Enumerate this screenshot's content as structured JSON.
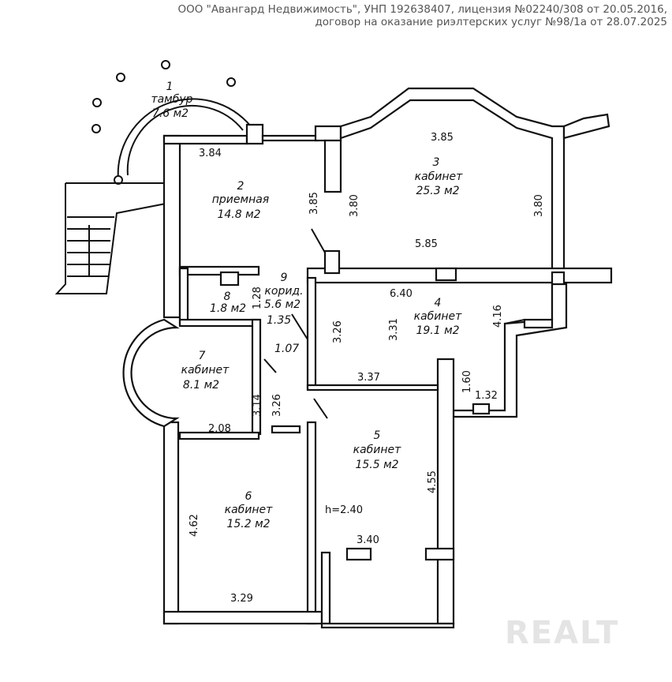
{
  "header": {
    "line1": "ООО \"Авангард Недвижимость\", УНП 192638407, лицензия №02240/308 от 20.05.2016,",
    "line2": "договор на оказание риэлтерских услуг №98/1а от 28.07.2025"
  },
  "rooms": [
    {
      "num": "1",
      "name": "тамбур",
      "area": "7.6 м2"
    },
    {
      "num": "2",
      "name": "приемная",
      "area": "14.8 м2"
    },
    {
      "num": "3",
      "name": "кабинет",
      "area": "25.3 м2"
    },
    {
      "num": "4",
      "name": "кабинет",
      "area": "19.1 м2"
    },
    {
      "num": "5",
      "name": "кабинет",
      "area": "15.5 м2"
    },
    {
      "num": "6",
      "name": "кабинет",
      "area": "15.2 м2"
    },
    {
      "num": "7",
      "name": "кабинет",
      "area": "8.1 м2"
    },
    {
      "num": "8",
      "name": "",
      "area": "1.8 м2"
    },
    {
      "num": "9",
      "name": "корид.",
      "area": "5.6 м2"
    }
  ],
  "dimensions": [
    "3.84",
    "3.85",
    "3.80",
    "3.85",
    "3.80",
    "5.85",
    "6.40",
    "4.16",
    "3.26",
    "3.31",
    "3.37",
    "1.60",
    "1.32",
    "1.35",
    "1.07",
    "1.28",
    "3.14",
    "3.26",
    "2.08",
    "4.55",
    "4.62",
    "3.40",
    "3.29"
  ],
  "ceiling_height": "h=2.40",
  "watermark": "REALT"
}
